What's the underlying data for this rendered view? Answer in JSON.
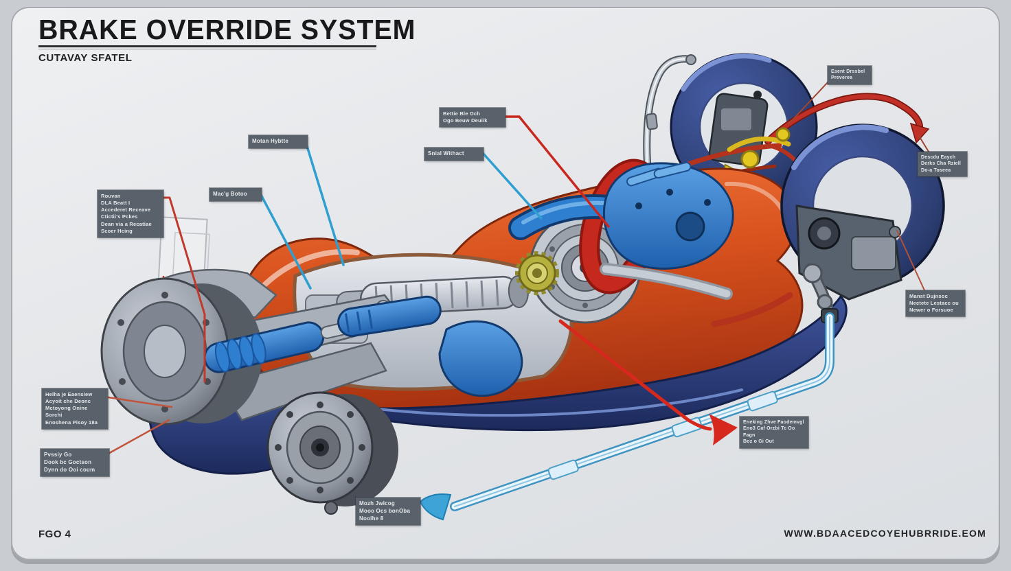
{
  "header": {
    "title": "BRAKE OVERRIDE SYSTEM",
    "subtitle": "CUTAVAY SFATEL"
  },
  "footer": {
    "figure_label": "FGO 4",
    "website": "WWW.BDAACEDCOYEHUBRRIDE.EOM"
  },
  "colors": {
    "panel_bg": "#e4e6e9",
    "outer_bg": "#c9ccd1",
    "label_bg": "#59616a",
    "label_text": "#e7eaed",
    "body_orange": "#d8521d",
    "body_orange_dark": "#a33412",
    "underbody_navy": "#24346e",
    "engine_blue": "#2f7fd0",
    "clutch_red": "#c5281c",
    "steel_gray": "#c6ccd4",
    "drum_gray": "#8f96a0",
    "wheel_navy": "#2c3e72",
    "pipe_light_blue": "#bfe3f4",
    "leader_red": "#c0392b",
    "leader_blue": "#2e9fd0",
    "arrow_red": "#d7281e",
    "arrow_blue": "#3ea3d6",
    "harness_yellow": "#e3c822"
  },
  "callouts": {
    "rouvan": {
      "text": "Rouvan\nDLA Beatt I\nAccederet Receave\nCtictii's Pckes\nDean via a Recatiae\nScoer Hcing"
    },
    "macg": {
      "text": "Mac'g Botoo"
    },
    "motor": {
      "text": "Motan Hybtte"
    },
    "bettie": {
      "text": "Bettie Ble Och\nOgo Beuw Deuiik"
    },
    "sniel": {
      "text": "Snial Withact"
    },
    "esent": {
      "text": "Esent Drssbel\nPreverea"
    },
    "desc": {
      "text": "Descdu Eaych\nDerks Cha Rziell\nDo-a Toseea"
    },
    "manst": {
      "text": "Manst Dujnsoc\nNectete Lestacc ou\nNewer o Forsuoe"
    },
    "eneking": {
      "text": "Eneking Zhve Faodemvgl\nEno3 Caf Orzbi Tc Oo Fagn\nBoz o Gi Out"
    },
    "helha": {
      "text": "Helha je Eaensiew\nAcyoit che Deonc\nMctoyong Onine Sorchi\nEnoshena Pisoy 18a"
    },
    "pvssiy": {
      "text": "Pvssiy Go\nDook bc Goctson\nDynn do Ooi coum"
    },
    "mozh": {
      "text": "Mozh Jwlcog\nMooo Ocs bonOba\nNoolhe      8"
    }
  }
}
